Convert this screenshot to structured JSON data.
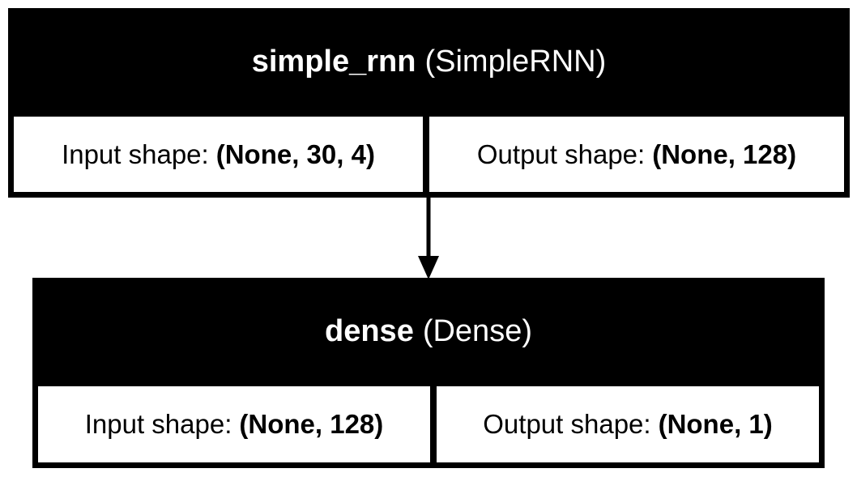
{
  "layers": [
    {
      "name": "simple_rnn",
      "type": "(SimpleRNN)",
      "input_label": "Input shape:",
      "input_shape": "(None, 30, 4)",
      "output_label": "Output shape:",
      "output_shape": "(None, 128)"
    },
    {
      "name": "dense",
      "type": "(Dense)",
      "input_label": "Input shape:",
      "input_shape": "(None, 128)",
      "output_label": "Output shape:",
      "output_shape": "(None, 1)"
    }
  ],
  "colors": {
    "header_background": "#000000",
    "header_text": "#ffffff",
    "border": "#000000",
    "cell_background": "#ffffff"
  },
  "icons": [
    "arrow-down-icon"
  ]
}
